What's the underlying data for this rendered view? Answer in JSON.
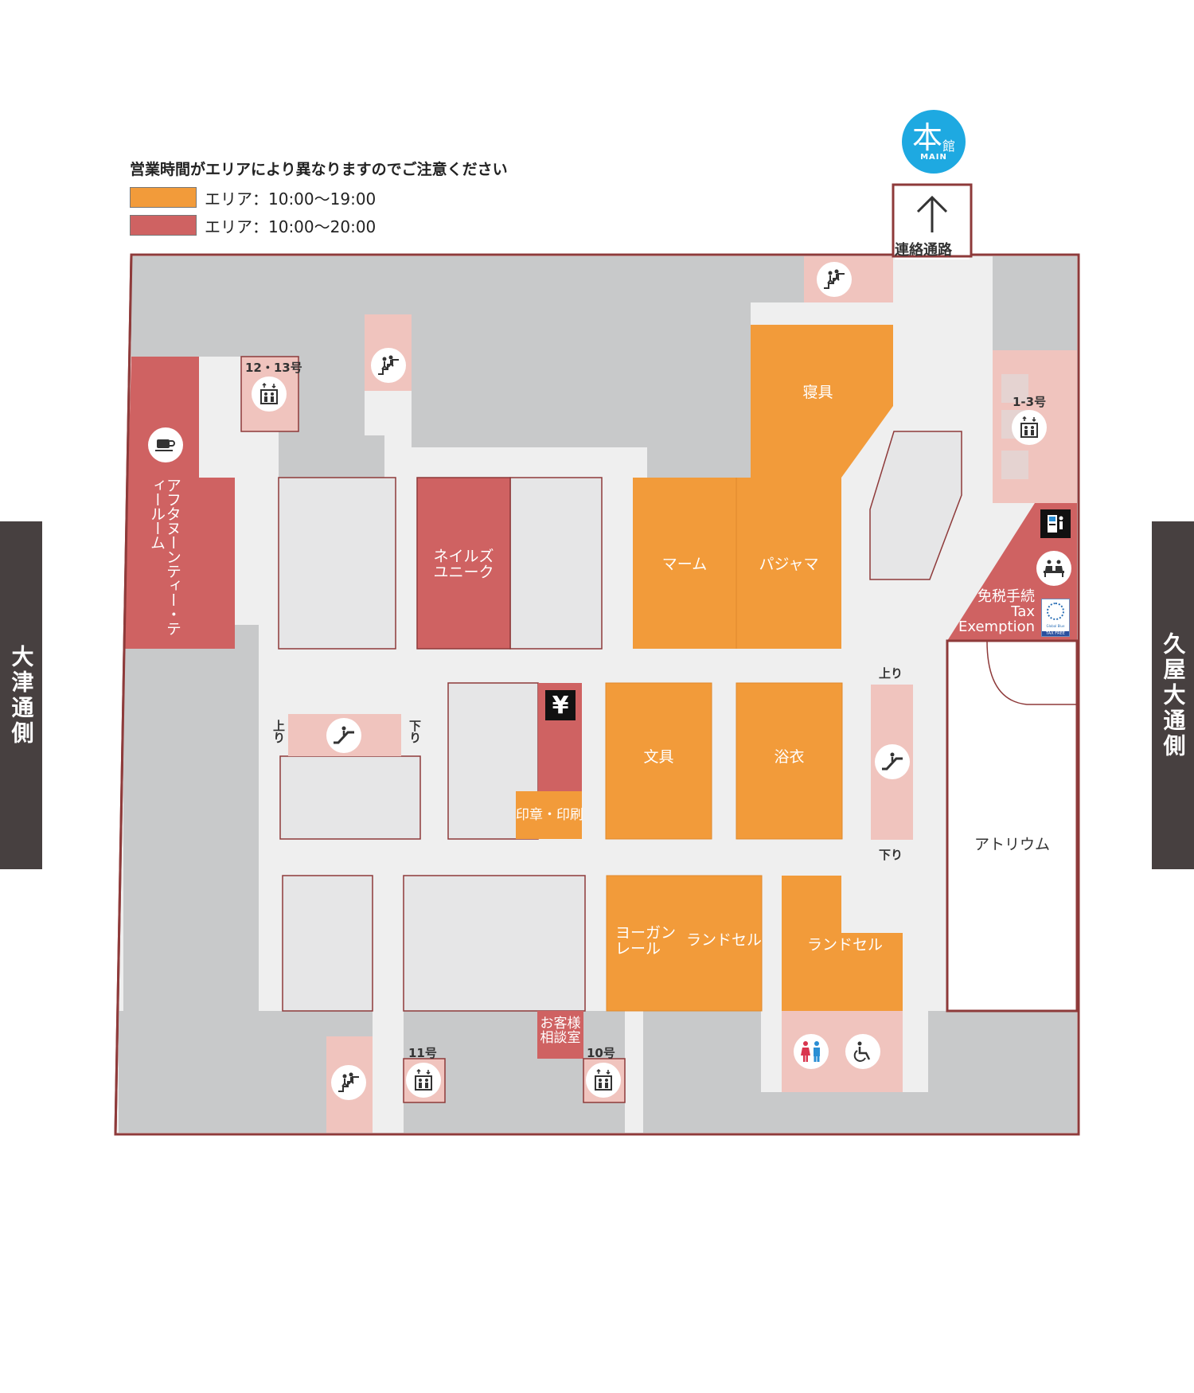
{
  "legend": {
    "notice": "営業時間がエリアにより異なりますのでご注意ください",
    "items": [
      {
        "label": "エリア：10:00〜19:00",
        "color": "#f29b3a"
      },
      {
        "label": "エリア：10:00〜20:00",
        "color": "#cf6262"
      }
    ]
  },
  "main_building": {
    "kanji": "本",
    "small": "館",
    "en": "MAIN"
  },
  "connection_corridor": "連絡通路",
  "sides": {
    "left": "大津通側",
    "right": "久屋大通側"
  },
  "shops": {
    "afternoon_tea": "アフタヌーンティー・ティールーム",
    "nails": [
      "ネイルズ",
      "ユニーク"
    ],
    "bedding": "寝具",
    "mom": "マーム",
    "pajama": "パジャマ",
    "stationery": "文具",
    "yukata": "浴衣",
    "seal_print": "印章・印刷",
    "yogan": [
      "ヨーガン",
      "レール"
    ],
    "randoseru1": "ランドセル",
    "randoseru2": "ランドセル",
    "consultation": [
      "お客様",
      "相談室"
    ],
    "atrium": "アトリウム"
  },
  "tax": {
    "jp": "免税手続",
    "en1": "Tax",
    "en2": "Exemption",
    "badge1": "Global Blue",
    "badge2": "TAX FREE"
  },
  "elevators": {
    "e1": "12・13号",
    "e2": "1-3号",
    "e3": "11号",
    "e4": "10号"
  },
  "escalator_labels": {
    "up": "上り",
    "down": "下り"
  },
  "icons": [
    "coffee-icon",
    "yen-icon",
    "elevator-icon",
    "stairs-icon",
    "escalator-icon",
    "restroom-icon",
    "wheelchair-icon",
    "lounge-icon",
    "atm-icon"
  ],
  "colors": {
    "orange": "#f29b3a",
    "red": "#cf6262",
    "pink": "#f0c4be",
    "corridor": "#efefef",
    "gray": "#c8c9ca",
    "shop": "#e6e6e7",
    "border": "#8e3a3a"
  }
}
